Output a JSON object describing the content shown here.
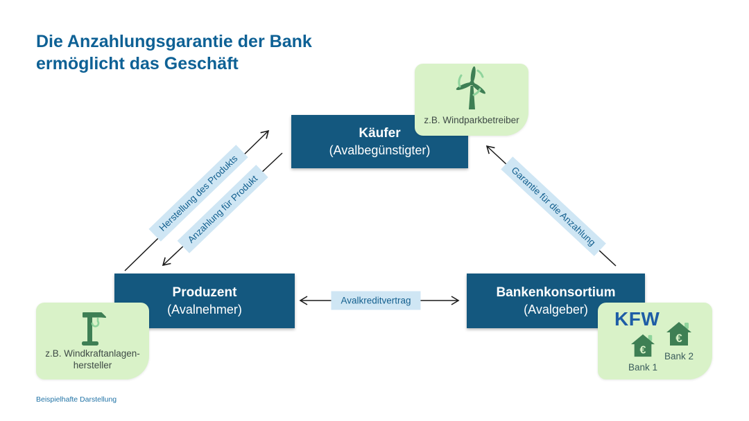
{
  "title": {
    "line1": "Die Anzahlungsgarantie der Bank",
    "line2": "ermöglicht das Geschäft"
  },
  "nodes": {
    "kaeufer": {
      "name": "Käufer",
      "role": "(Avalbegünstigter)"
    },
    "produzent": {
      "name": "Produzent",
      "role": "(Avalnehmer)"
    },
    "bankenkonsortium": {
      "name": "Bankenkonsortium",
      "role": "(Avalgeber)"
    }
  },
  "examples": {
    "windpark": {
      "label": "z.B. Windparkbetreiber",
      "icon": "wind-turbine-icon"
    },
    "hersteller": {
      "label_line1": "z.B. Windkraftanlagen-",
      "label_line2": "hersteller",
      "icon": "tower-crane-icon"
    },
    "banken": {
      "logo": "KFW",
      "bank1_label": "Bank 1",
      "bank2_label": "Bank 2",
      "icon": "euro-house-icon",
      "euro_symbol": "€"
    }
  },
  "arrows": {
    "herstellung": "Herstellung des Produkts",
    "anzahlung": "Anzahlung für Produkt",
    "garantie": "Garantie für die Anzahlung",
    "avalkreditvertrag": "Avalkreditvertrag"
  },
  "footnote": "Beispielhafte Darstellung",
  "colors": {
    "node_blue": "#14587F",
    "title_blue": "#0E6195",
    "label_bg": "#CFE6F4",
    "label_text": "#14608F",
    "green_bg": "#D9F2C8",
    "green_dark": "#3E7F54",
    "green_light": "#8FD49C",
    "kfw_blue": "#1E5DA6",
    "arrow_stroke": "#1A1A1A"
  }
}
